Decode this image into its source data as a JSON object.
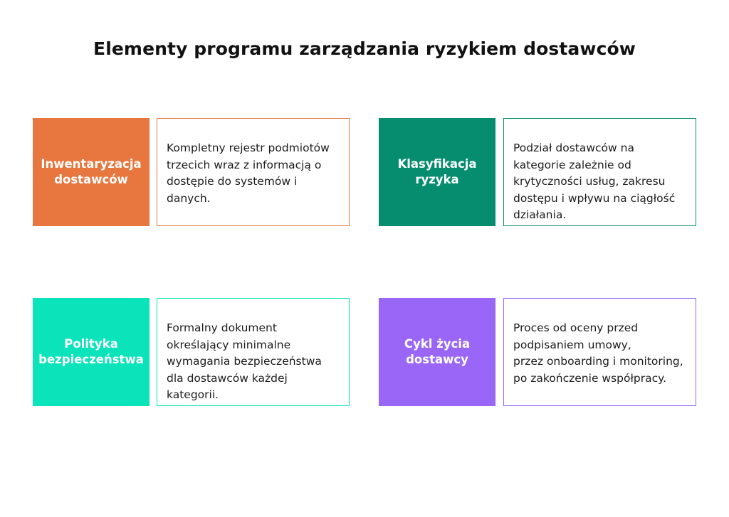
{
  "title": "Elementy programu zarządzania ryzykiem dostawców",
  "cards": [
    {
      "label": "Inwentaryzacja dostawców",
      "description": "Kompletny rejestr podmiotów trzecich wraz z informacją o dostępie do systemów i danych.",
      "color": "#E8773F"
    },
    {
      "label": "Klasyfikacja ryzyka",
      "description": "Podział dostawców na kategorie zależnie od krytyczności usług, zakresu dostępu i wpływu na ciągłość działania.",
      "color": "#068C6F"
    },
    {
      "label": "Polityka bezpieczeństwa",
      "description": "Formalny dokument określający minimalne wymagania bezpieczeństwa dla dostawców każdej kategorii.",
      "color": "#0BE3BA"
    },
    {
      "label": "Cykl życia dostawcy",
      "description": "Proces od oceny przed podpisaniem umowy,\nprzez onboarding i monitoring,\npo zakończenie współpracy.",
      "color": "#9966F7"
    }
  ]
}
